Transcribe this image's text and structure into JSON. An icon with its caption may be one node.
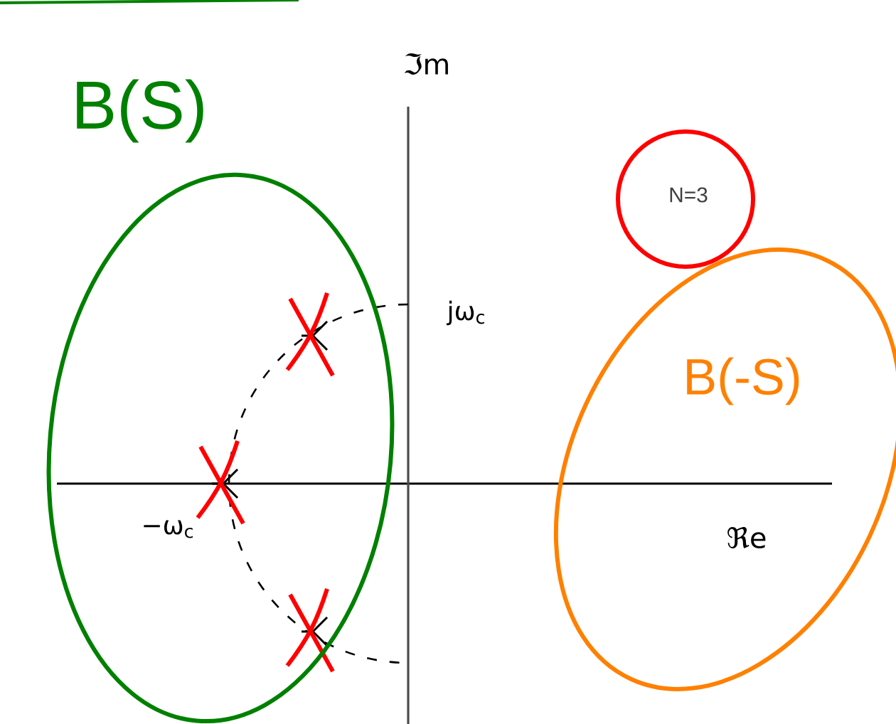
{
  "diagram": {
    "nodes": [
      {
        "text": [
          "B(S)"
        ]
      },
      {
        "text": [
          "B(-S)"
        ]
      },
      {
        "text": [
          "N=3"
        ]
      }
    ],
    "labels": [
      "ℑm",
      "jω$_{c}$",
      "−ω$_{c}$",
      "ℜe"
    ]
  }
}
